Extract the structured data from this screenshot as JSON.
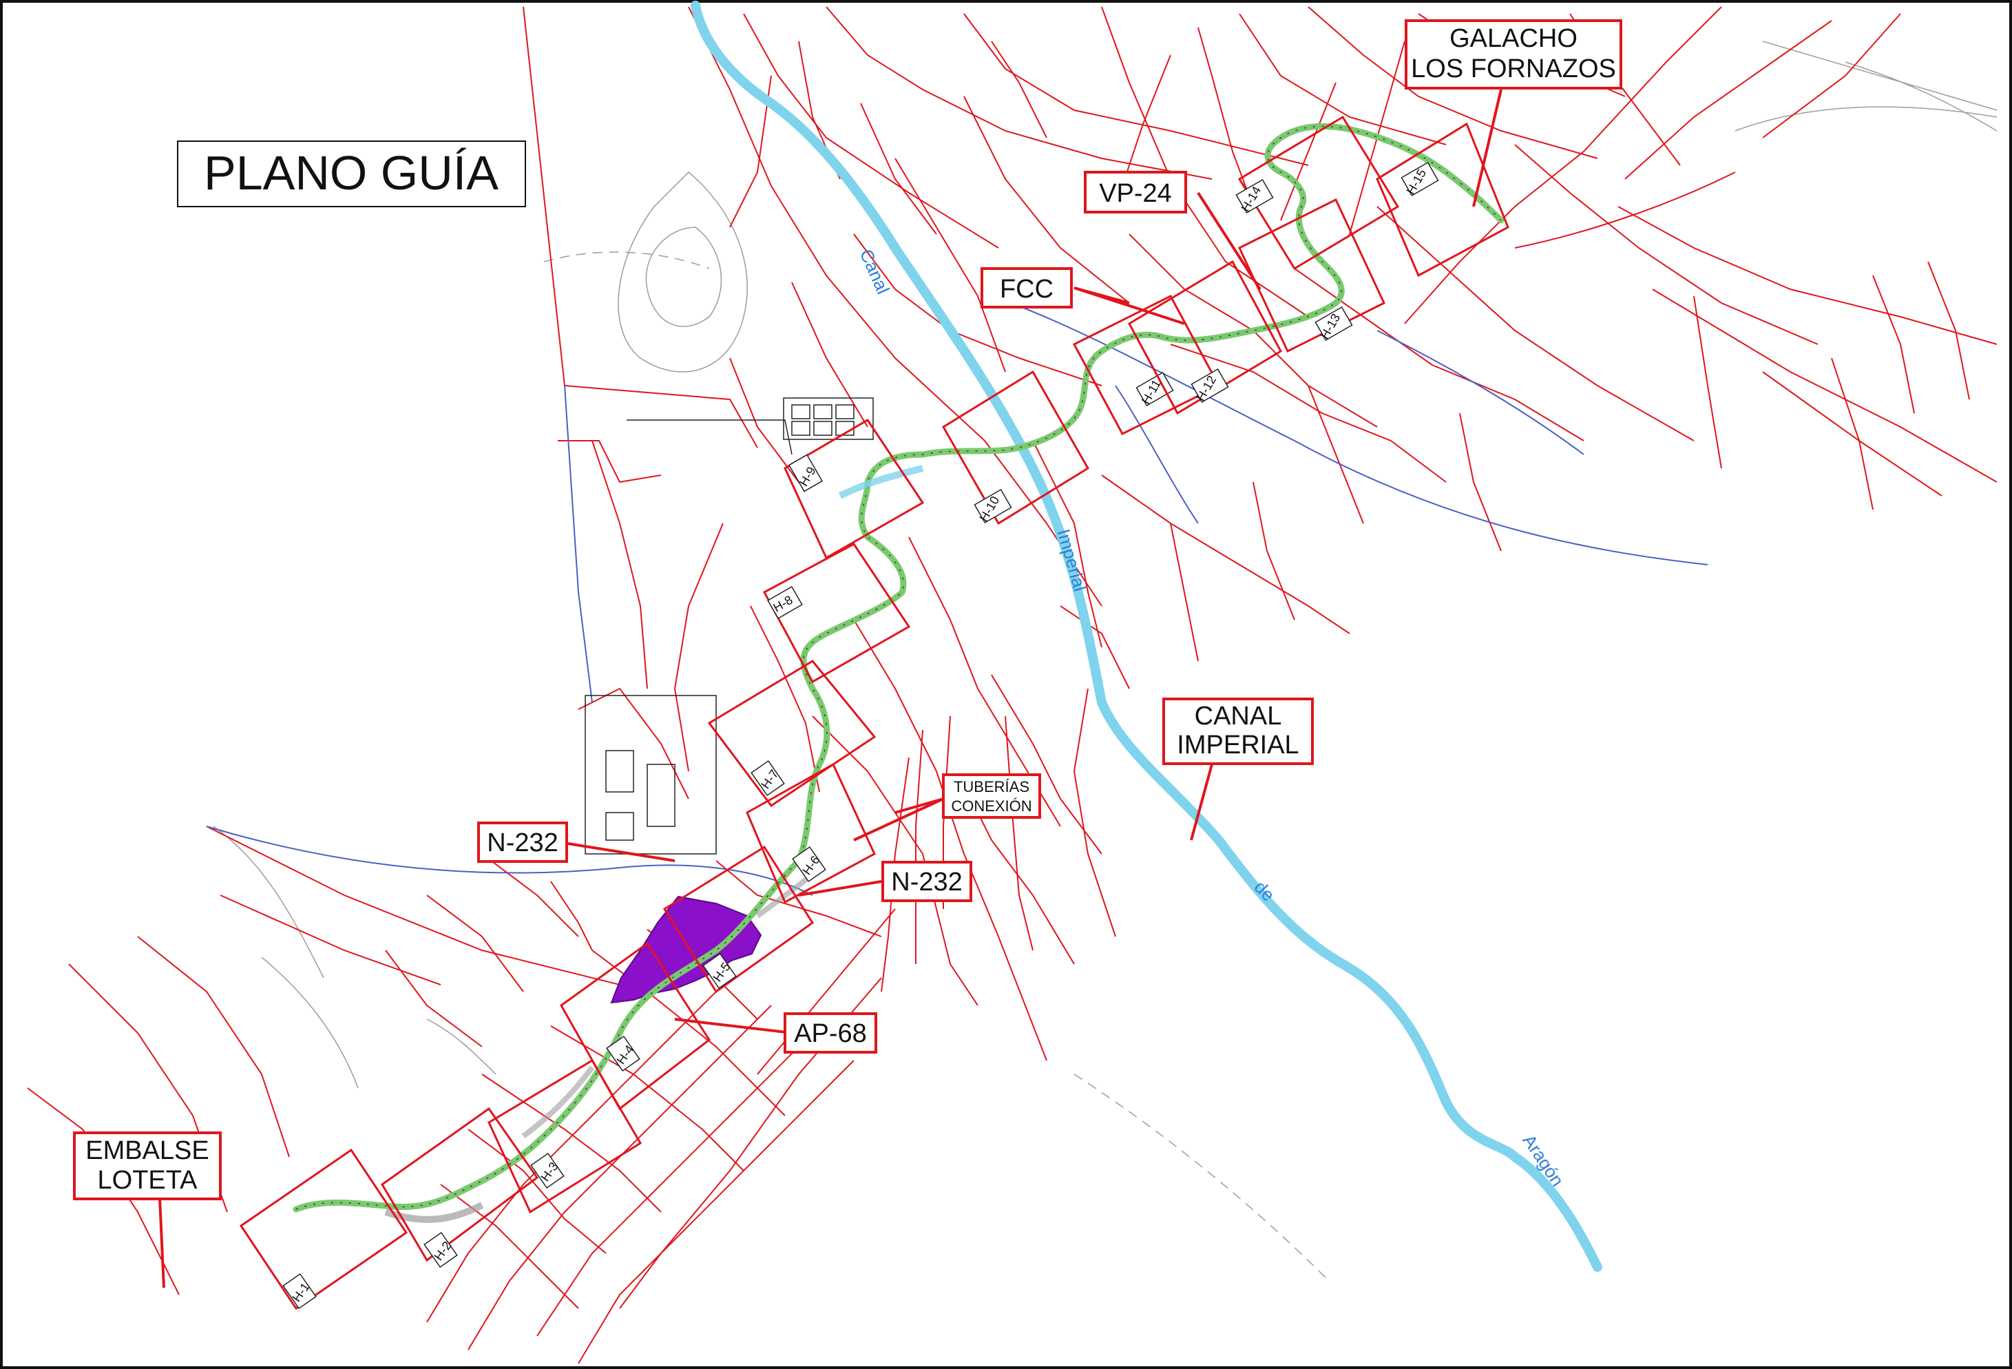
{
  "title": "PLANO GUÍA",
  "callouts": [
    {
      "id": "galacho",
      "lines": [
        "GALACHO",
        "LOS FORNAZOS"
      ]
    },
    {
      "id": "vp24",
      "lines": [
        "VP-24"
      ]
    },
    {
      "id": "fcc",
      "lines": [
        "FCC"
      ]
    },
    {
      "id": "canal-imperial",
      "lines": [
        "CANAL",
        "IMPERIAL"
      ]
    },
    {
      "id": "tuberias",
      "lines": [
        "TUBERÍAS",
        "CONEXIÓN"
      ]
    },
    {
      "id": "n232-left",
      "lines": [
        "N-232"
      ]
    },
    {
      "id": "n232-right",
      "lines": [
        "N-232"
      ]
    },
    {
      "id": "ap68",
      "lines": [
        "AP-68"
      ]
    },
    {
      "id": "embalse",
      "lines": [
        "EMBALSE",
        "LOTETA"
      ]
    }
  ],
  "sheets": [
    "H-1",
    "H-2",
    "H-3",
    "H-4",
    "H-5",
    "H-6",
    "H-7",
    "H-8",
    "H-9",
    "H-10",
    "H-11",
    "H-12",
    "H-13",
    "H-14",
    "H-15"
  ],
  "water_labels": [
    "Canal",
    "Imperial",
    "de",
    "Aragón"
  ],
  "colors": {
    "parcel_lines": "#e0161d",
    "canal": "#7fd3ec",
    "pipeline": "#7bc96f",
    "reservoir": "#8a10c9",
    "roads": "#4a5fc4"
  }
}
